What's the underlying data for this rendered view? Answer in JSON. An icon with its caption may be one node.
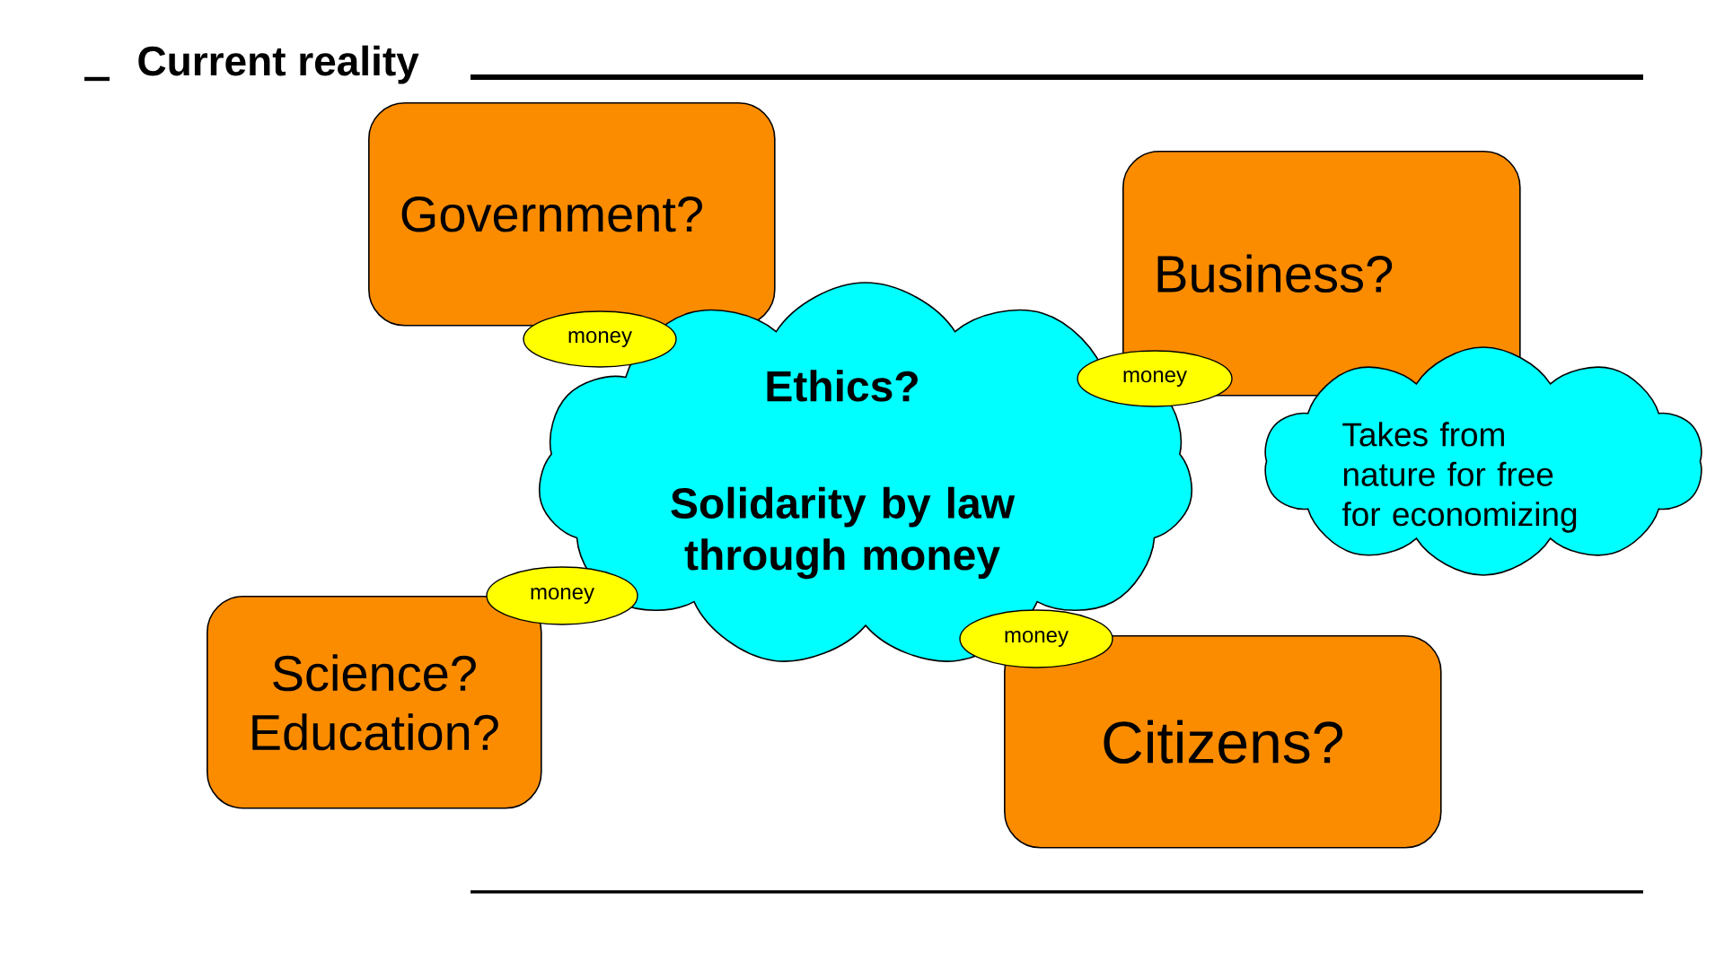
{
  "diagram": {
    "title": "Current reality",
    "nodes": [
      {
        "text": [
          "Government?"
        ]
      },
      {
        "text": [
          "Business?"
        ]
      },
      {
        "text": [
          "Ethics?",
          "Solidarity by law through money"
        ]
      },
      {
        "text": [
          "money"
        ]
      },
      {
        "text": [
          "money"
        ]
      },
      {
        "text": [
          "Takes from nature for free for economizing"
        ]
      },
      {
        "text": [
          "money"
        ]
      },
      {
        "text": [
          "Science? Education?"
        ]
      },
      {
        "text": [
          "money"
        ]
      },
      {
        "text": [
          "Citizens?"
        ]
      }
    ]
  }
}
